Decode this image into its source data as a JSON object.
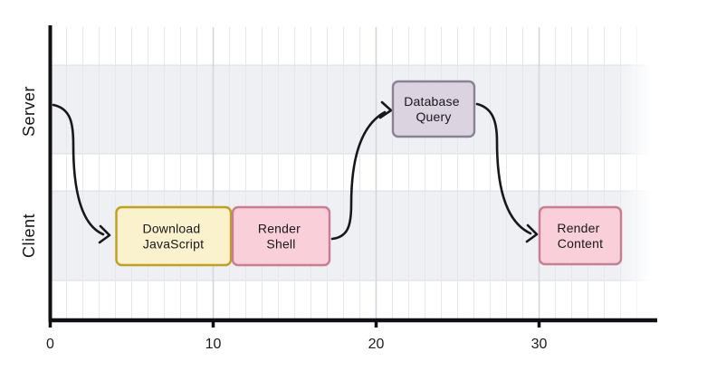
{
  "figure": {
    "background": "#ffffff",
    "band_color": "#eef0f4",
    "band_edge_color": "#d9dce1",
    "grid_minor_color": "#e5e7eb",
    "grid_major_color": "#d2d5db",
    "axis_color": "#101014",
    "text_color": "#16161a"
  },
  "lanes": [
    {
      "label": "Server"
    },
    {
      "label": "Client"
    }
  ],
  "axis": {
    "ticks": [
      {
        "label": "0",
        "value": 0
      },
      {
        "label": "10",
        "value": 10
      },
      {
        "label": "20",
        "value": 20
      },
      {
        "label": "30",
        "value": 30
      }
    ]
  },
  "tasks": [
    {
      "id": "download-javascript",
      "line1": "Download",
      "line2": "JavaScript",
      "lane": "Client",
      "start": 4,
      "end": 11,
      "fill": "#faf2cc",
      "stroke": "#bfa11f"
    },
    {
      "id": "render-shell",
      "line1": "Render",
      "line2": "Shell",
      "lane": "Client",
      "start": 11,
      "end": 17,
      "fill": "#f9cfda",
      "stroke": "#c87d91"
    },
    {
      "id": "database-query",
      "line1": "Database",
      "line2": "Query",
      "lane": "Server",
      "start": 21,
      "end": 26,
      "fill": "#dbd4e0",
      "stroke": "#8a8294"
    },
    {
      "id": "render-content",
      "line1": "Render",
      "line2": "Content",
      "lane": "Client",
      "start": 30,
      "end": 35,
      "fill": "#f9cfda",
      "stroke": "#c87d91"
    }
  ],
  "chart_data": {
    "type": "gantt",
    "title": "",
    "xlabel": "",
    "ylabel": "",
    "x_ticks": [
      0,
      10,
      20,
      30
    ],
    "xlim": [
      0,
      37
    ],
    "grid": true,
    "legend": false,
    "lanes": [
      "Server",
      "Client"
    ],
    "tasks": [
      {
        "label": "Download JavaScript",
        "lane": "Client",
        "start": 4,
        "end": 11
      },
      {
        "label": "Render Shell",
        "lane": "Client",
        "start": 11,
        "end": 17
      },
      {
        "label": "Database Query",
        "lane": "Server",
        "start": 21,
        "end": 26
      },
      {
        "label": "Render Content",
        "lane": "Client",
        "start": 30,
        "end": 35
      }
    ],
    "arrows": [
      {
        "from": "timeline-start (Server, t=0)",
        "to": "Download JavaScript"
      },
      {
        "from": "Render Shell",
        "to": "Database Query"
      },
      {
        "from": "Database Query",
        "to": "Render Content"
      }
    ]
  }
}
